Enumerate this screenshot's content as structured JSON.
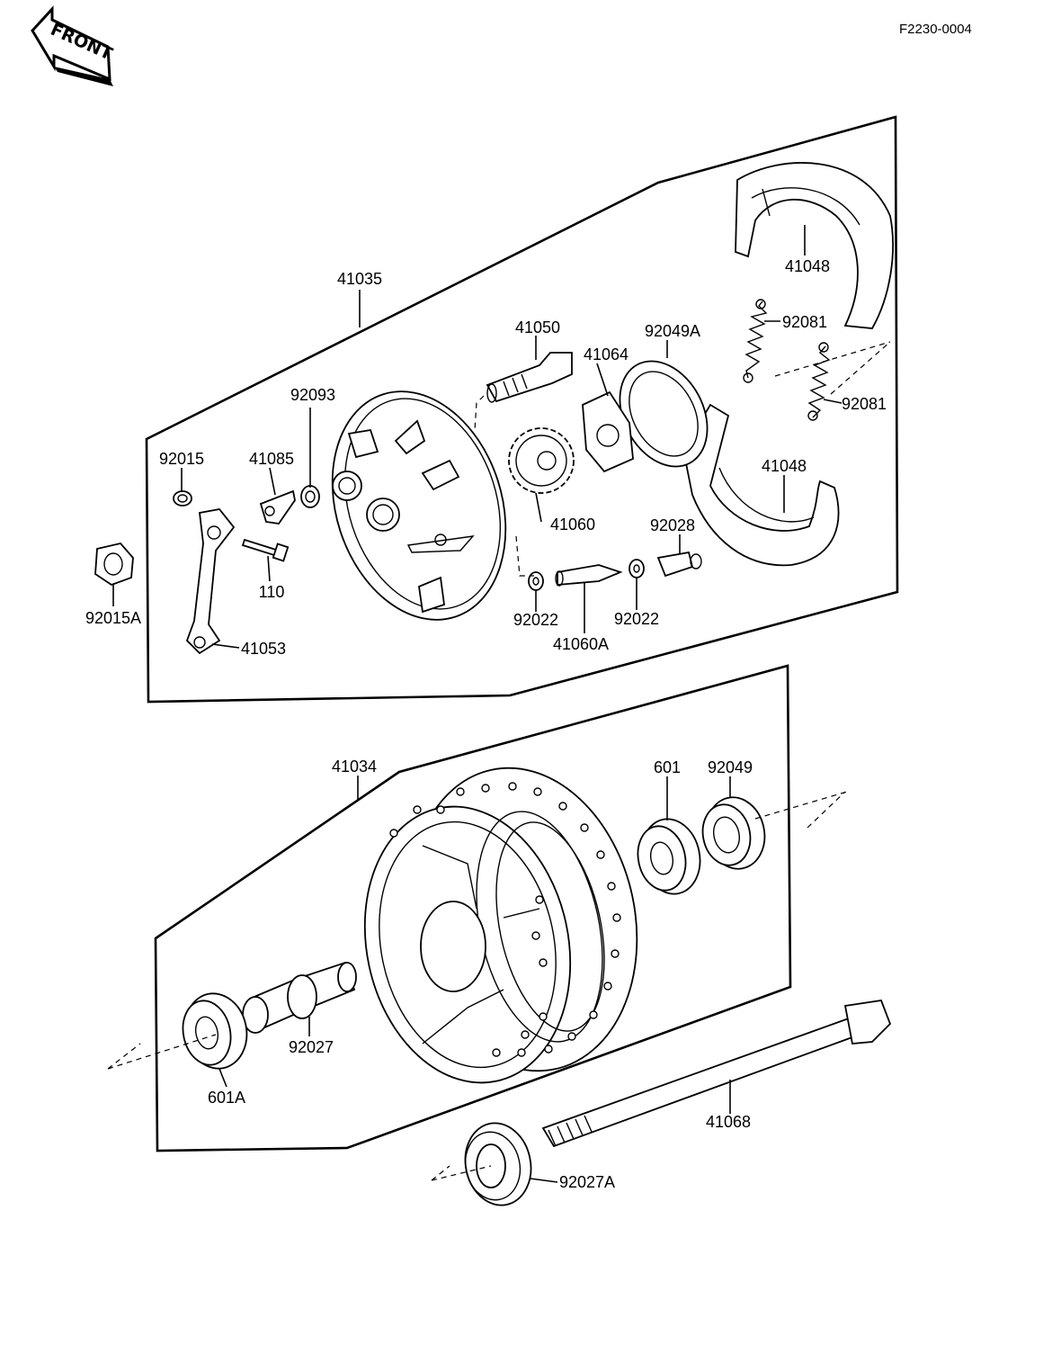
{
  "drawing_code": "F2230-0004",
  "front_badge": "FRONT",
  "labels": {
    "l41035": "41035",
    "l41048_top": "41048",
    "l92081_a": "92081",
    "l92081_b": "92081",
    "l41050": "41050",
    "l92049a": "92049A",
    "l41064": "41064",
    "l92093": "92093",
    "l92015": "92015",
    "l41085": "41085",
    "l41048_bot": "41048",
    "l41060": "41060",
    "l92028": "92028",
    "l110": "110",
    "l92015a": "92015A",
    "l41053": "41053",
    "l92022_a": "92022",
    "l92022_b": "92022",
    "l41060a": "41060A",
    "l41034": "41034",
    "l601": "601",
    "l92049": "92049",
    "l92027": "92027",
    "l601a": "601A",
    "l41068": "41068",
    "l92027a": "92027A"
  }
}
